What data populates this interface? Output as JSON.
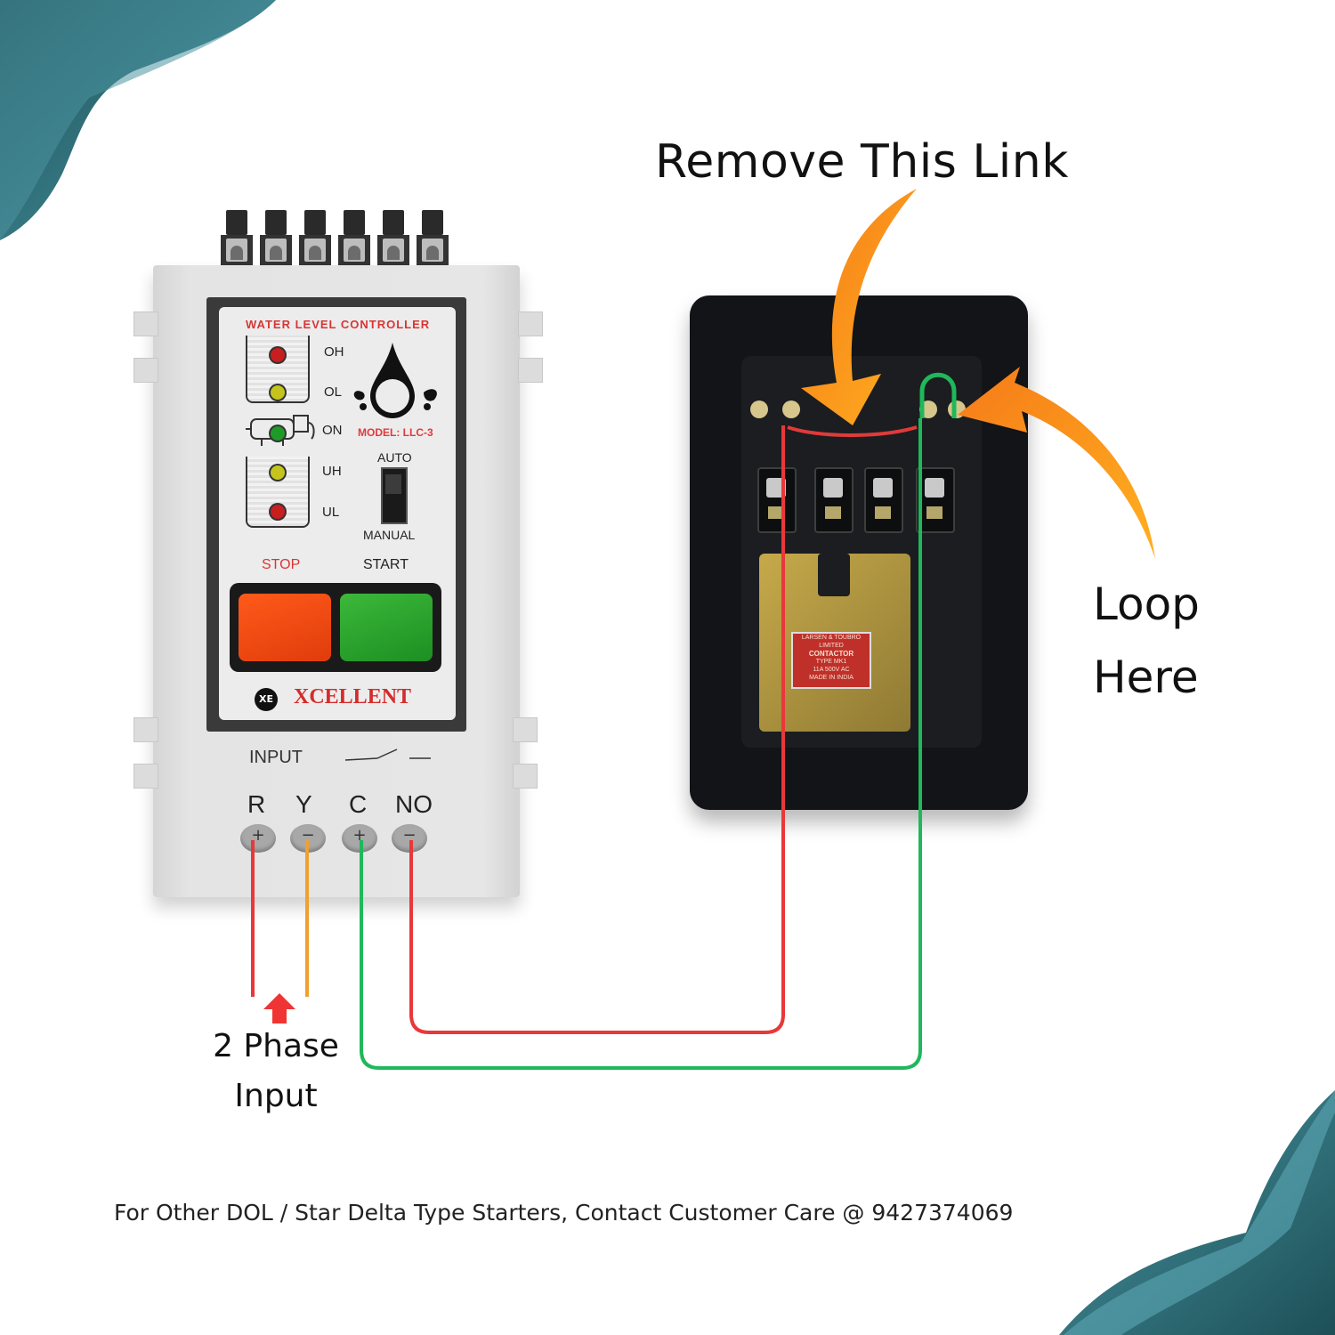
{
  "diagram": {
    "heading": "Remove This Link",
    "loop_label": [
      "Loop",
      "Here"
    ],
    "input_label": [
      "2 Phase",
      "Input"
    ],
    "footer": "For Other DOL / Star Delta Type Starters, Contact Customer Care @ 9427374069"
  },
  "controller": {
    "title": "WATER LEVEL CONTROLLER",
    "model": "MODEL: LLC-3",
    "indicators": [
      {
        "label": "OH",
        "color": "#c81e1e"
      },
      {
        "label": "OL",
        "color": "#c4c41e"
      },
      {
        "label": "ON",
        "color": "#1e9a28"
      },
      {
        "label": "UH",
        "color": "#c4c41e"
      },
      {
        "label": "UL",
        "color": "#c81e1e"
      }
    ],
    "mode_switch": {
      "top": "AUTO",
      "bottom": "MANUAL"
    },
    "buttons": {
      "stop": "STOP",
      "start": "START"
    },
    "brand": "XCELLENT",
    "brand_logo": "XE",
    "input_text": "INPUT",
    "terminals": [
      {
        "label": "R",
        "mark": "+"
      },
      {
        "label": "Y",
        "mark": "−"
      },
      {
        "label": "C",
        "mark": "+"
      },
      {
        "label": "NO",
        "mark": "−"
      }
    ]
  },
  "contactor": {
    "nameplate": [
      "LARSEN & TOUBRO LIMITED",
      "CONTACTOR",
      "TYPE MK1",
      "11A 500V AC",
      "MADE IN INDIA"
    ]
  },
  "colors": {
    "wire_red": "#e8383a",
    "wire_orange": "#f0a030",
    "wire_green": "#1fb85a",
    "arrow_orange": "#f39a1e",
    "teal": "#2f7f8c"
  }
}
